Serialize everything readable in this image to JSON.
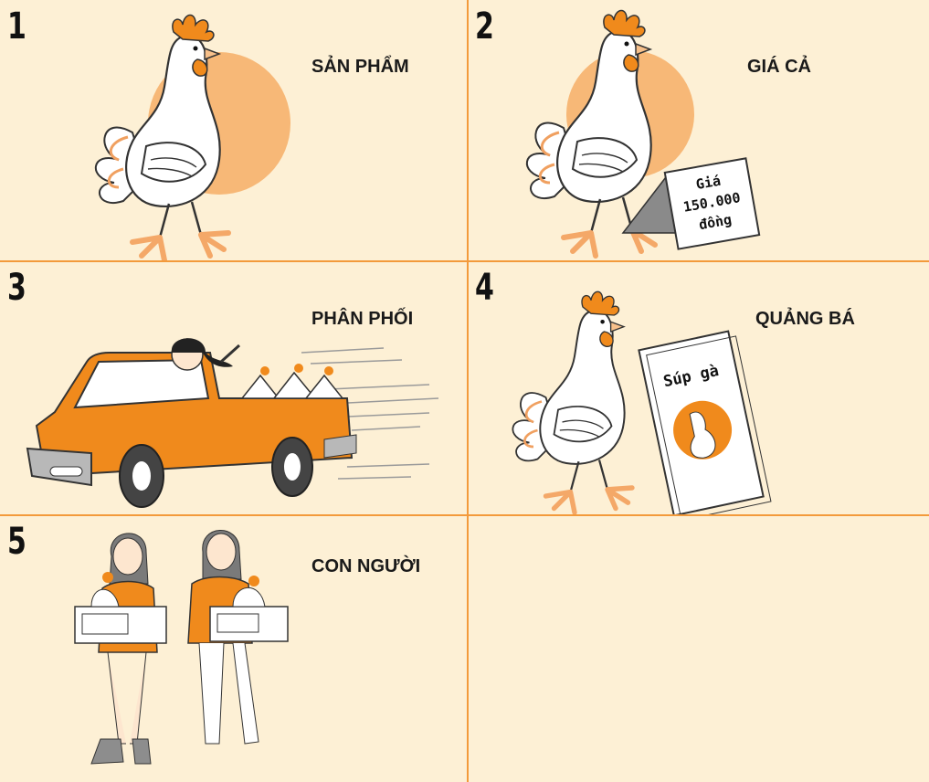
{
  "panels": [
    {
      "number": "1",
      "label": "SẢN PHẨM"
    },
    {
      "number": "2",
      "label": "GIÁ CẢ"
    },
    {
      "number": "3",
      "label": "PHÂN PHỐI"
    },
    {
      "number": "4",
      "label": "QUẢNG BÁ"
    },
    {
      "number": "5",
      "label": "CON NGƯỜI"
    }
  ],
  "price_sign": {
    "line1": "Giá",
    "line2": "150.000",
    "line3": "đồng"
  },
  "poster": {
    "title": "Súp gà"
  },
  "colors": {
    "background": "#fdf0d5",
    "orange": "#f08a1c",
    "circle": "#f7b877",
    "divider": "#f39a3b"
  }
}
